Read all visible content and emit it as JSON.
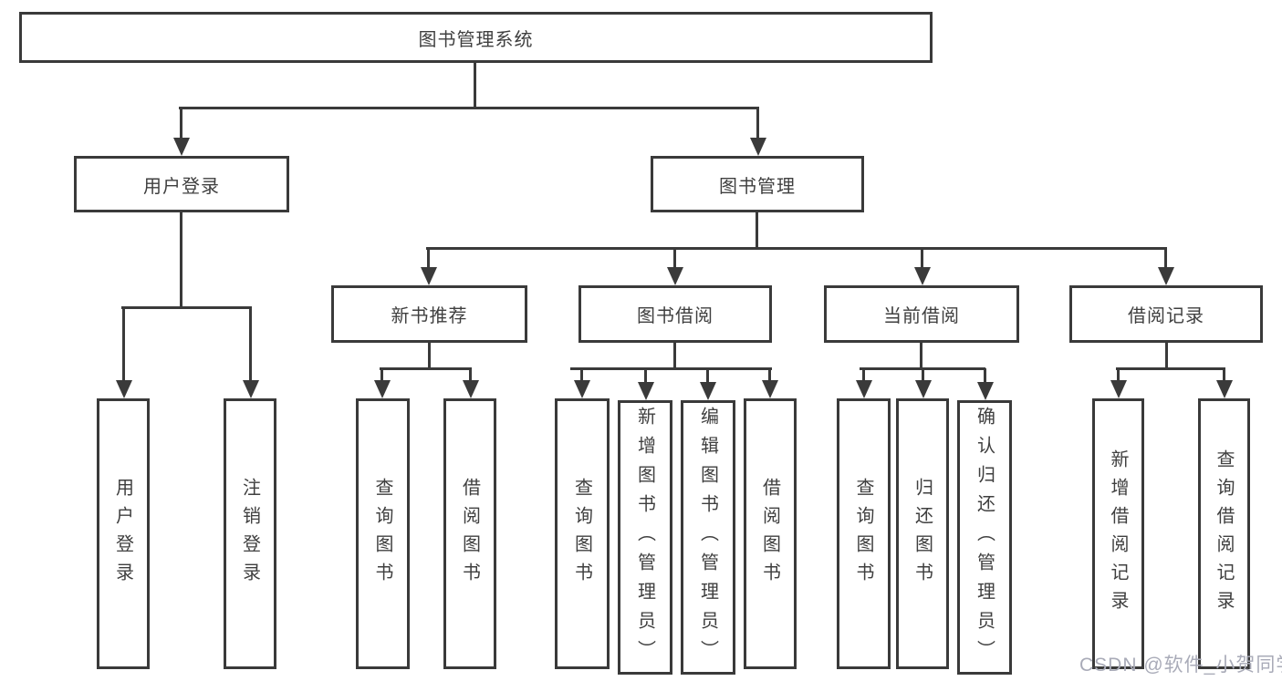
{
  "nodes": {
    "root": "图书管理系统",
    "user_login": "用户登录",
    "book_mgmt": "图书管理",
    "new_book_rec": "新书推荐",
    "book_borrow": "图书借阅",
    "current_borrow": "当前借阅",
    "borrow_record": "借阅记录",
    "leaf_login": "用户登录",
    "leaf_logout": "注销登录",
    "leaf_nbr_search": "查询图书",
    "leaf_nbr_borrow": "借阅图书",
    "leaf_bb_search": "查询图书",
    "leaf_bb_add": "新增图书（管理员）",
    "leaf_bb_edit": "编辑图书（管理员）",
    "leaf_bb_borrow": "借阅图书",
    "leaf_cb_search": "查询图书",
    "leaf_cb_return": "归还图书",
    "leaf_cb_confirm": "确认归还（管理员）",
    "leaf_br_add": "新增借阅记录",
    "leaf_br_search": "查询借阅记录"
  },
  "watermark": "CSDN @软件_小贺同学",
  "colors": {
    "line": "#3a3a3a",
    "text": "#3f3f3f",
    "watermark": "#a9abb8",
    "background": "#ffffff"
  }
}
